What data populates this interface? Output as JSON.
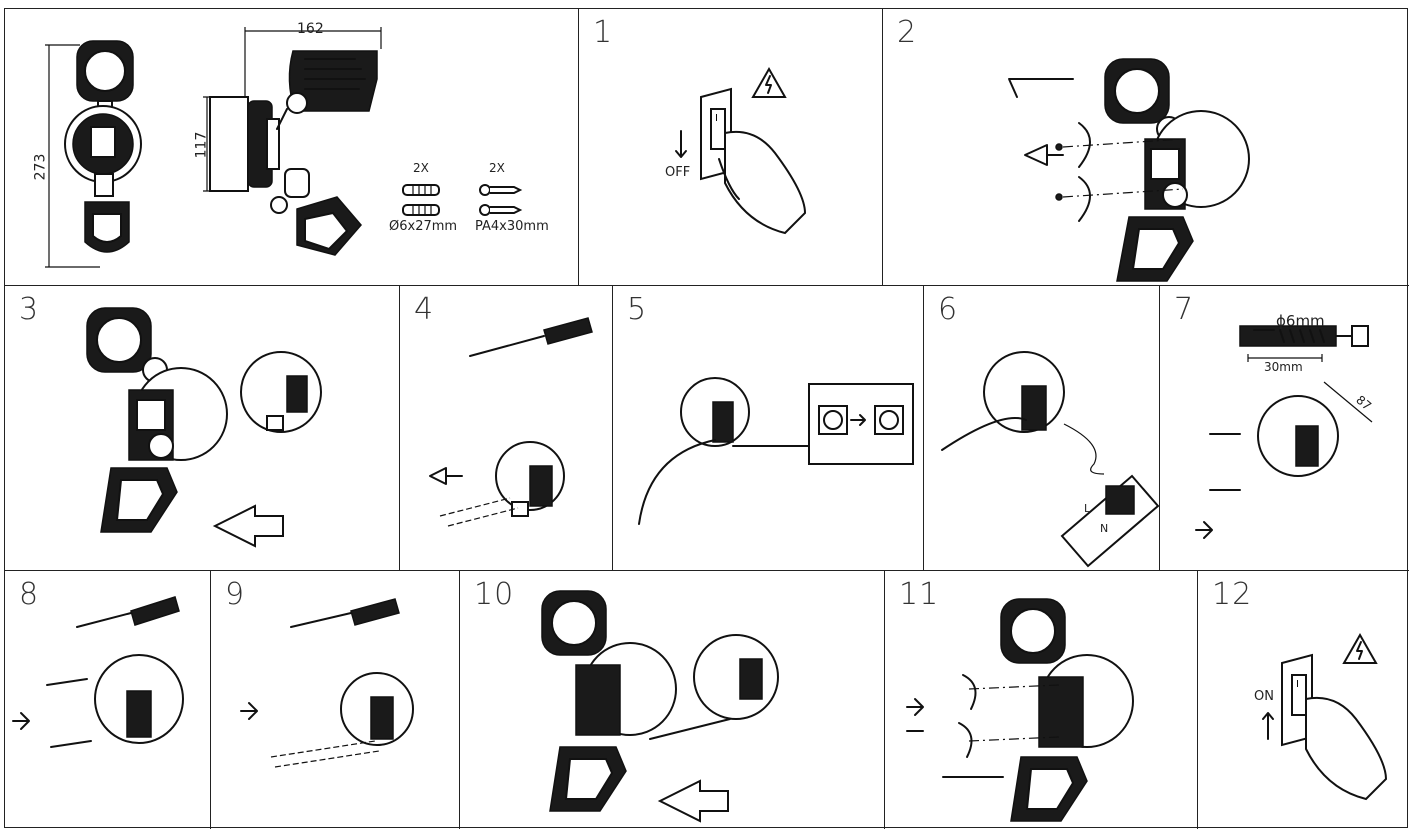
{
  "overview": {
    "dim_width": "162",
    "dim_height_total": "273",
    "dim_height_base": "117",
    "plugs": {
      "qty": "2X",
      "size": "Ø6x27mm"
    },
    "screws": {
      "qty": "2X",
      "size": "PA4x30mm"
    }
  },
  "steps": [
    {
      "num": "1",
      "label": "OFF"
    },
    {
      "num": "2"
    },
    {
      "num": "3"
    },
    {
      "num": "4"
    },
    {
      "num": "5"
    },
    {
      "num": "6",
      "terminal_labels": [
        "L",
        "N"
      ]
    },
    {
      "num": "7",
      "drill": "ϕ6mm",
      "depth": "30mm",
      "spacing": "87"
    },
    {
      "num": "8"
    },
    {
      "num": "9"
    },
    {
      "num": "10"
    },
    {
      "num": "11"
    },
    {
      "num": "12",
      "label": "ON"
    }
  ]
}
